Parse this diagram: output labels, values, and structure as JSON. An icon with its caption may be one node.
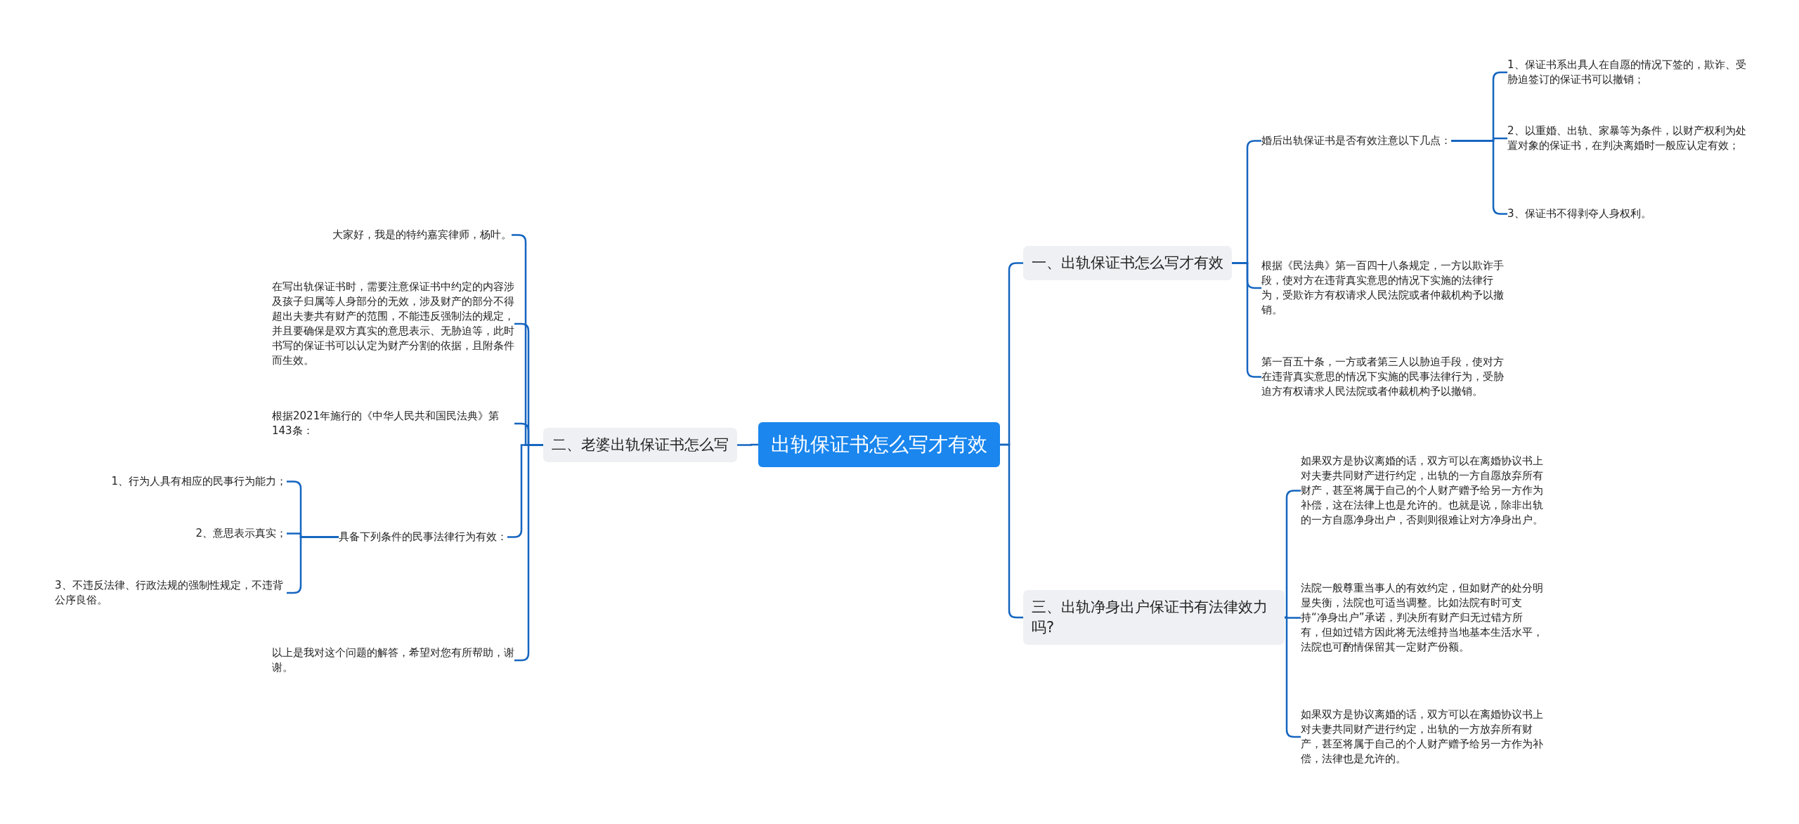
{
  "diagram": {
    "nodes": [
      {
        "text": [
          "出轨保证书怎么写才有效"
        ]
      },
      {
        "text": [
          "一、出轨保证书怎么写才有效"
        ]
      },
      {
        "text": [
          "婚后出轨保证书是否有效注意以下几点："
        ]
      },
      {
        "text": [
          "1、保证书系出具人在自愿的情况下签的，欺诈、受胁迫签订的保证书可以撤销；"
        ]
      },
      {
        "text": [
          "2、以重婚、出轨、家暴等为条件，以财产权利为处置对象的保证书，在判决离婚时一般应认定有效；"
        ]
      },
      {
        "text": [
          "3、保证书不得剥夺人身权利。"
        ]
      },
      {
        "text": [
          "根据《民法典》第一百四十八条规定，一方以欺诈手段，使对方在违背真实意思的情况下实施的法律行为，受欺诈方有权请求人民法院或者仲裁机构予以撤销。"
        ]
      },
      {
        "text": [
          "第一百五十条，一方或者第三人以胁迫手段，使对方在违背真实意思的情况下实施的民事法律行为，受胁迫方有权请求人民法院或者仲裁机构予以撤销。"
        ]
      },
      {
        "text": [
          "三、出轨净身出户保证书有法律效力吗?"
        ]
      },
      {
        "text": [
          "如果双方是协议离婚的话，双方可以在离婚协议书上对夫妻共同财产进行约定，出轨的一方自愿放弃所有财产，甚至将属于自己的个人财产赠予给另一方作为补偿，这在法律上也是允许的。也就是说，除非出轨的一方自愿净身出户，否则则很难让对方净身出户。"
        ]
      },
      {
        "text": [
          "法院一般尊重当事人的有效约定，但如财产的处分明显失衡，法院也可适当调整。比如法院有时可支持“净身出户”承诺，判决所有财产归无过错方所有，但如过错方因此将无法维持当地基本生活水平，法院也可酌情保留其一定财产份额。"
        ]
      },
      {
        "text": [
          "如果双方是协议离婚的话，双方可以在离婚协议书上对夫妻共同财产进行约定，出轨的一方放弃所有财产，甚至将属于自己的个人财产赠予给另一方作为补偿，法律也是允许的。"
        ]
      },
      {
        "text": [
          "二、老婆出轨保证书怎么写"
        ]
      },
      {
        "text": [
          "大家好，我是的特约嘉宾律师，杨叶。"
        ]
      },
      {
        "text": [
          "在写出轨保证书时，需要注意保证书中约定的内容涉及孩子归属等人身部分的无效，涉及财产的部分不得超出夫妻共有财产的范围，不能违反强制法的规定，并且要确保是双方真实的意思表示、无胁迫等，此时书写的保证书可以认定为财产分割的依据，且附条件而生效。"
        ]
      },
      {
        "text": [
          "根据2021年施行的《中华人民共和国民法典》第143条："
        ]
      },
      {
        "text": [
          "具备下列条件的民事法律行为有效："
        ]
      },
      {
        "text": [
          "1、行为人具有相应的民事行为能力；"
        ]
      },
      {
        "text": [
          "2、意思表示真实；"
        ]
      },
      {
        "text": [
          "3、不违反法律、行政法规的强制性规定，不违背公序良俗。"
        ]
      },
      {
        "text": [
          "以上是我对这个问题的解答，希望对您有所帮助，谢谢。"
        ]
      }
    ],
    "edges": [
      {
        "from": 0,
        "to": 1,
        "arrow": "none"
      },
      {
        "from": 1,
        "to": 2,
        "arrow": "none"
      },
      {
        "from": 2,
        "to": 3,
        "arrow": "none"
      },
      {
        "from": 2,
        "to": 4,
        "arrow": "none"
      },
      {
        "from": 2,
        "to": 5,
        "arrow": "none"
      },
      {
        "from": 1,
        "to": 6,
        "arrow": "none"
      },
      {
        "from": 1,
        "to": 7,
        "arrow": "none"
      },
      {
        "from": 0,
        "to": 8,
        "arrow": "none"
      },
      {
        "from": 8,
        "to": 9,
        "arrow": "none"
      },
      {
        "from": 8,
        "to": 10,
        "arrow": "none"
      },
      {
        "from": 8,
        "to": 11,
        "arrow": "none"
      },
      {
        "from": 0,
        "to": 12,
        "arrow": "none"
      },
      {
        "from": 12,
        "to": 13,
        "arrow": "none"
      },
      {
        "from": 12,
        "to": 14,
        "arrow": "none"
      },
      {
        "from": 12,
        "to": 15,
        "arrow": "none"
      },
      {
        "from": 12,
        "to": 16,
        "arrow": "none"
      },
      {
        "from": 16,
        "to": 17,
        "arrow": "none"
      },
      {
        "from": 16,
        "to": 18,
        "arrow": "none"
      },
      {
        "from": 16,
        "to": 19,
        "arrow": "none"
      },
      {
        "from": 12,
        "to": 20,
        "arrow": "none"
      }
    ]
  }
}
